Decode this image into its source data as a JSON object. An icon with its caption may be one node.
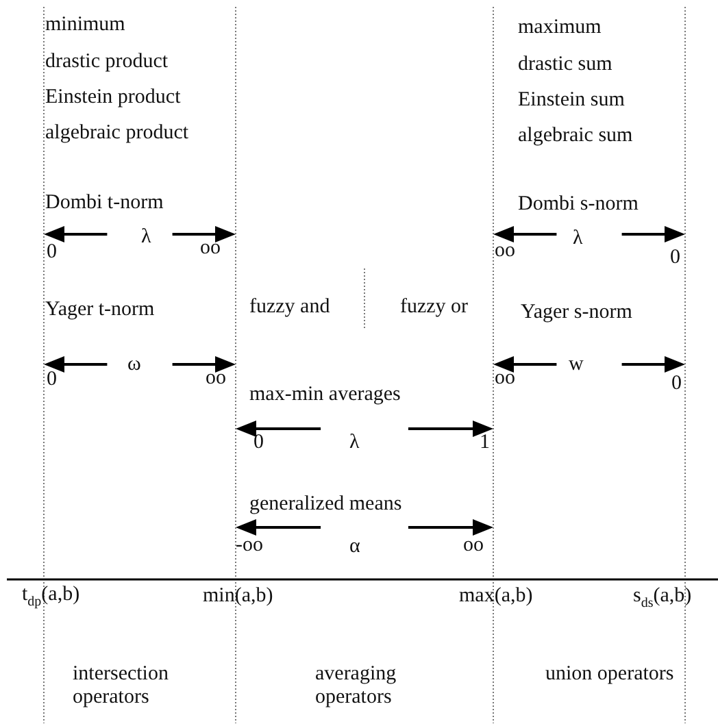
{
  "diagram": {
    "labels": [
      "minimum",
      "maximum",
      "drastic product",
      "drastic sum",
      "Einstein product",
      "Einstein sum",
      "algebraic product",
      "algebraic sum",
      "Dombi t-norm",
      "Dombi s-norm",
      "λ",
      "λ",
      "0",
      "oo",
      "oo",
      "0",
      "Yager t-norm",
      "fuzzy and",
      "fuzzy or",
      "Yager s-norm",
      "ω",
      "w",
      "0",
      "oo",
      "oo",
      "0",
      "max-min averages",
      "0",
      "λ",
      "1",
      "generalized means",
      "-oo",
      "α",
      "oo",
      "t$_{dp}$(a,b)",
      "min(a,b)",
      "max(a,b)",
      "s$_{ds}$(a,b)",
      "intersection operators",
      "averaging operators",
      "union operators"
    ]
  }
}
